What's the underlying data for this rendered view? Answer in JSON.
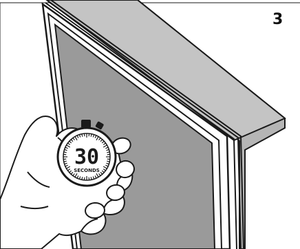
{
  "step": {
    "number": "3"
  },
  "stopwatch": {
    "display": "30",
    "unit": "SECONDS"
  },
  "colors": {
    "outline": "#1a1a1a",
    "panel_gray": "#9a9a9a",
    "side_gray": "#b5b5b5",
    "frame_white": "#ffffff"
  }
}
